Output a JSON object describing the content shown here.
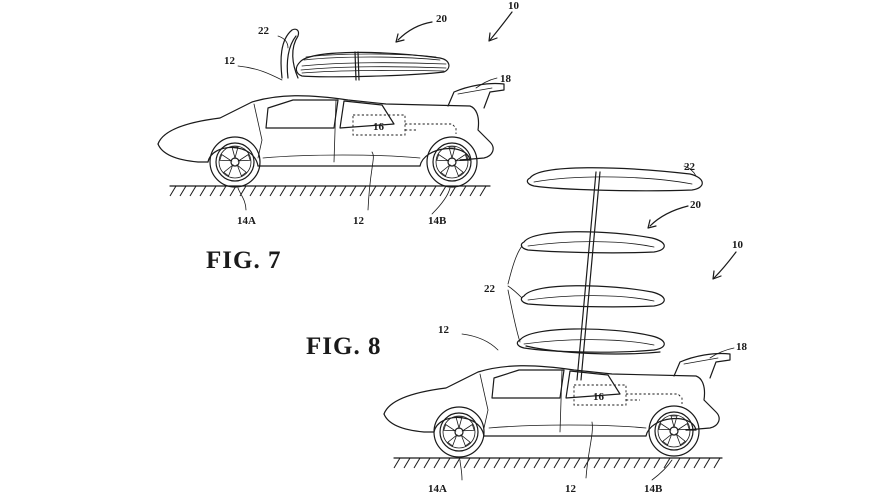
{
  "figures": {
    "fig7": {
      "title": "FIG. 7",
      "labels": {
        "vehicle_assembly": "10",
        "wing_assembly": "20",
        "body": "12",
        "body_bottom": "12",
        "wings": "22",
        "tail": "18",
        "power_unit": "16",
        "front_wheel": "14A",
        "rear_wheel": "14B"
      }
    },
    "fig8": {
      "title": "FIG. 8",
      "labels": {
        "vehicle_assembly": "10",
        "wing_assembly": "20",
        "body": "12",
        "body_bottom": "12",
        "wing_top": "22",
        "wings": "22",
        "tail": "18",
        "power_unit": "16",
        "front_wheel": "14A",
        "rear_wheel": "14B"
      }
    }
  }
}
